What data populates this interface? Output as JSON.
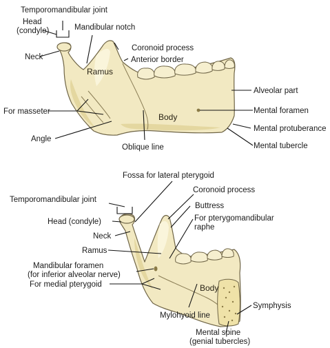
{
  "upper_view": {
    "labels": {
      "tmj": "Temporomandibular joint",
      "head_line1": "Head",
      "head_line2": "(condyle)",
      "neck": "Neck",
      "mandibular_notch": "Mandibular notch",
      "coronoid": "Coronoid process",
      "anterior_border": "Anterior border",
      "ramus": "Ramus",
      "alveolar": "Alveolar part",
      "masseter": "For masseter",
      "body": "Body",
      "mental_foramen": "Mental foramen",
      "mental_protuberance": "Mental protuberance",
      "angle": "Angle",
      "mental_tubercle": "Mental tubercle",
      "oblique_line": "Oblique line"
    }
  },
  "lower_view": {
    "labels": {
      "fossa_lat_pterygoid": "Fossa for lateral pterygoid",
      "coronoid": "Coronoid process",
      "tmj": "Temporomandibular joint",
      "buttress": "Buttress",
      "pterygomandibular_line1": "For pterygomandibular",
      "pterygomandibular_line2": "raphe",
      "head": "Head (condyle)",
      "neck": "Neck",
      "ramus": "Ramus",
      "mand_foramen_line1": "Mandibular foramen",
      "mand_foramen_line2": "(for inferior alveolar nerve)",
      "medial_pterygoid": "For medial pterygoid",
      "body": "Body",
      "symphysis": "Symphysis",
      "mylohyoid": "Mylohyoid line",
      "mental_spine_line1": "Mental spine",
      "mental_spine_line2": "(genial tubercles)"
    }
  }
}
